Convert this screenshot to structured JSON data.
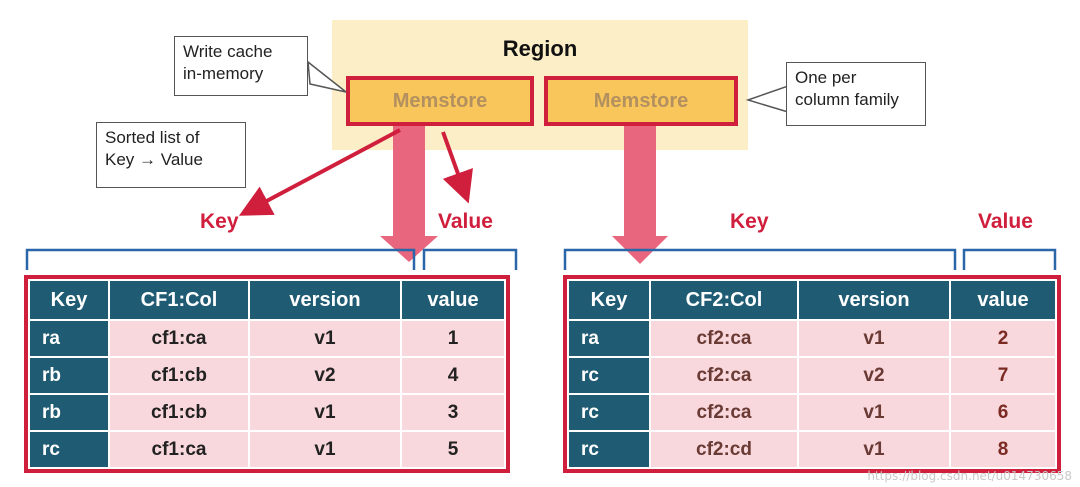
{
  "region": {
    "title": "Region"
  },
  "memstores": [
    {
      "label": "Memstore"
    },
    {
      "label": "Memstore"
    }
  ],
  "callouts": {
    "write_cache": [
      "Write cache",
      "in-memory"
    ],
    "sorted_list": [
      "Sorted list of",
      "Key → Value"
    ],
    "one_per": [
      "One per",
      "column family"
    ]
  },
  "labels": {
    "left_key": "Key",
    "left_value": "Value",
    "right_key": "Key",
    "right_value": "Value"
  },
  "tables": [
    {
      "headers": [
        "Key",
        "CF1:Col",
        "version",
        "value"
      ],
      "rows": [
        [
          "ra",
          "cf1:ca",
          "v1",
          "1"
        ],
        [
          "rb",
          "cf1:cb",
          "v2",
          "4"
        ],
        [
          "rb",
          "cf1:cb",
          "v1",
          "3"
        ],
        [
          "rc",
          "cf1:ca",
          "v1",
          "5"
        ]
      ]
    },
    {
      "headers": [
        "Key",
        "CF2:Col",
        "version",
        "value"
      ],
      "rows": [
        [
          "ra",
          "cf2:ca",
          "v1",
          "2"
        ],
        [
          "rc",
          "cf2:ca",
          "v2",
          "7"
        ],
        [
          "rc",
          "cf2:ca",
          "v1",
          "6"
        ],
        [
          "rc",
          "cf2:cd",
          "v1",
          "8"
        ]
      ]
    }
  ],
  "watermark": "https://blog.csdn.net/u014730658",
  "colors": {
    "accent_red": "#d01f3c",
    "header_teal": "#1f5b73",
    "cell_pink": "#f8d8dc",
    "memstore_fill": "#f8c65a",
    "region_fill": "#fcefc8",
    "arrow_pink": "#e8677e"
  }
}
